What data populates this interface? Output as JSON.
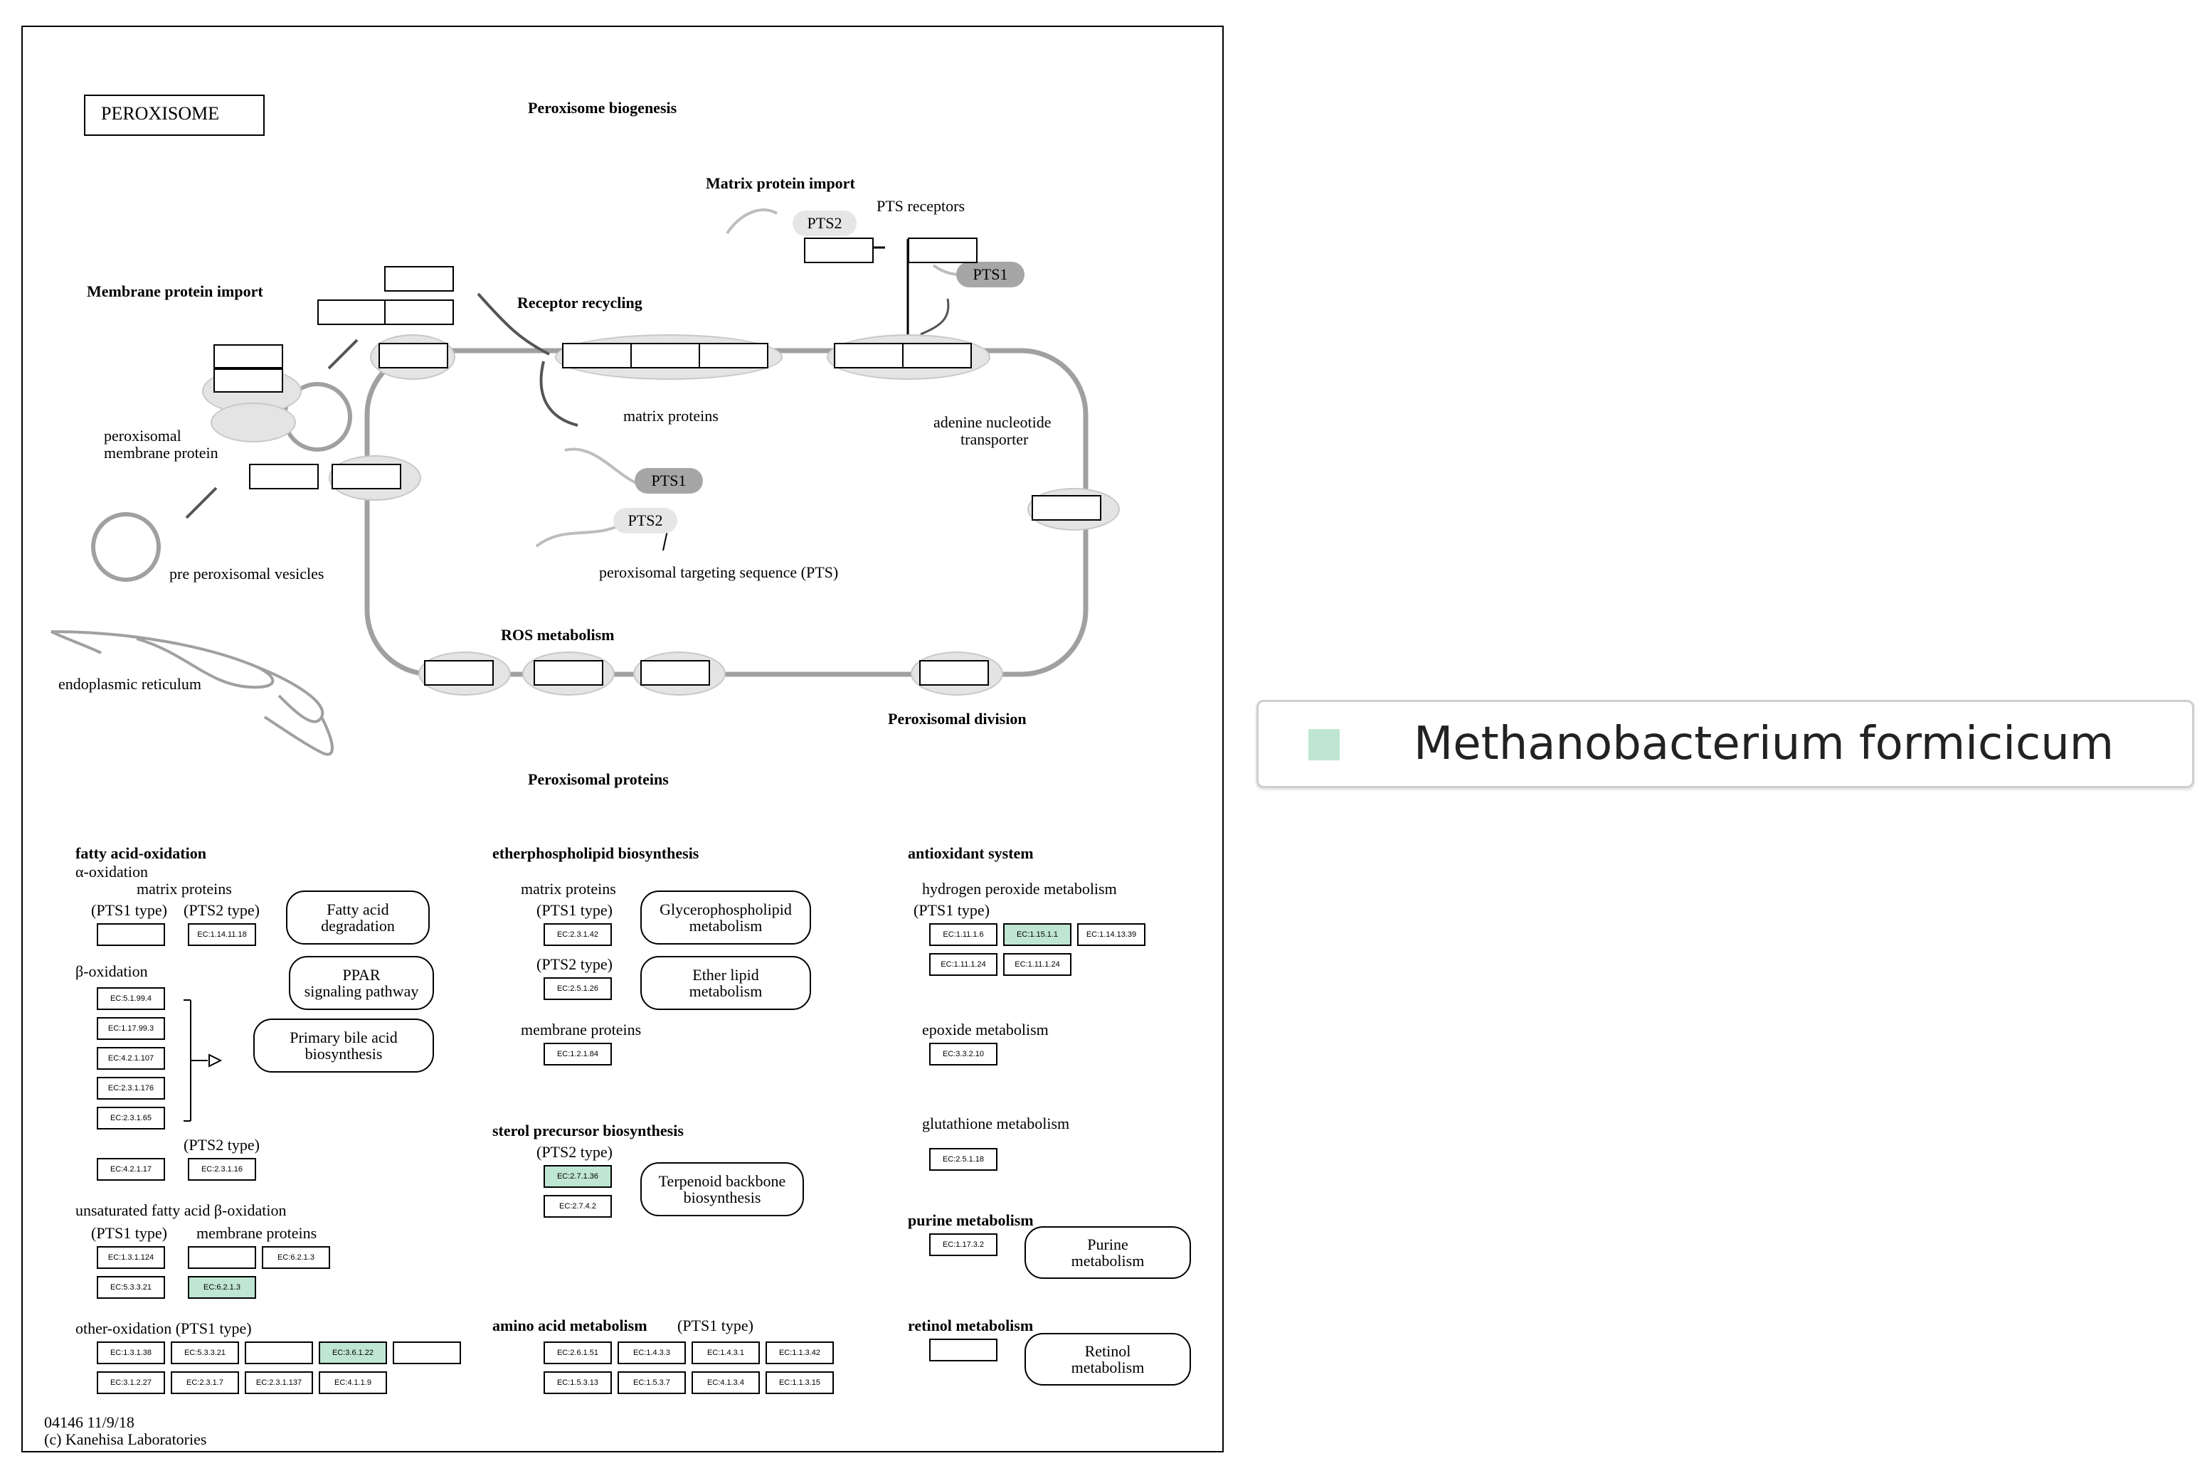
{
  "colors": {
    "highlight": "#bfe6d3",
    "membrane": "#a0a0a0",
    "oval_fill": "#e4e4e4",
    "pts1_fill": "#a6a6a6",
    "pts2_fill": "#e6e6e6"
  },
  "map": {
    "title": "PEROXISOME",
    "biogenesis": "Peroxisome biogenesis",
    "matrix_import": "Matrix protein import",
    "pts_receptors": "PTS receptors",
    "membrane_import": "Membrane protein import",
    "receptor_recycling": "Receptor recycling",
    "matrix_proteins": "matrix proteins",
    "adenine_1": "adenine nucleotide",
    "adenine_2": "transporter",
    "perox_membrane_1": "peroxisomal",
    "perox_membrane_2": "membrane protein",
    "pre_vesicles": "pre peroxisomal vesicles",
    "er": "endoplasmic reticulum",
    "pts_seq": "peroxisomal targeting sequence (PTS)",
    "ros": "ROS metabolism",
    "division": "Peroxisomal division",
    "perox_proteins": "Peroxisomal proteins",
    "pts1": "PTS1",
    "pts2": "PTS2",
    "footer_id": "04146 11/9/18",
    "footer_copy": "(c) Kanehisa Laboratories"
  },
  "sections": {
    "fatty": {
      "title": "fatty acid-oxidation",
      "alpha": "α-oxidation",
      "matrix": "matrix proteins",
      "pts1_type": "(PTS1 type)",
      "pts2_type": "(PTS2 type)",
      "alpha_ec": "EC:1.14.11.18",
      "beta": "β-oxidation",
      "beta_ecs": [
        "EC:5.1.99.4",
        "EC:1.17.99.3",
        "EC:4.2.1.107",
        "EC:2.3.1.176",
        "EC:2.3.1.65"
      ],
      "beta_pts2": "(PTS2 type)",
      "beta_pts2_ecs": [
        "EC:4.2.1.17",
        "EC:2.3.1.16"
      ],
      "unsat": "unsaturated fatty acid β-oxidation",
      "unsat_pts1": "(PTS1 type)",
      "unsat_membrane": "membrane proteins",
      "unsat_ecs": [
        "EC:1.3.1.124",
        "EC:6.2.1.3",
        "EC:5.3.3.21",
        "EC:6.2.1.3"
      ],
      "other": "other-oxidation (PTS1 type)",
      "other_ecs_row1": [
        "EC:1.3.1.38",
        "EC:5.3.3.21",
        "EC:3.6.1.22"
      ],
      "other_ecs_row2": [
        "EC:3.1.2.27",
        "EC:2.3.1.7",
        "EC:2.3.1.137",
        "EC:4.1.1.9"
      ]
    },
    "ether": {
      "title": "etherphospholipid biosynthesis",
      "matrix": "matrix proteins",
      "pts1_type": "(PTS1 type)",
      "ec_pts1": "EC:2.3.1.42",
      "pts2_type": "(PTS2 type)",
      "ec_pts2": "EC:2.5.1.26",
      "membrane": "membrane proteins",
      "ec_membrane": "EC:1.2.1.84"
    },
    "sterol": {
      "title": "sterol precursor biosynthesis",
      "pts2_type": "(PTS2 type)",
      "ecs": [
        "EC:2.7.1.36",
        "EC:2.7.4.2"
      ]
    },
    "amino": {
      "title": "amino acid metabolism",
      "pts1_type": "(PTS1 type)",
      "ecs_row1": [
        "EC:2.6.1.51",
        "EC:1.4.3.3",
        "EC:1.4.3.1",
        "EC:1.1.3.42"
      ],
      "ecs_row2": [
        "EC:1.5.3.13",
        "EC:1.5.3.7",
        "EC:4.1.3.4",
        "EC:1.1.3.15"
      ]
    },
    "antioxidant": {
      "title": "antioxidant system",
      "h2o2": "hydrogen peroxide metabolism",
      "pts1_type": "(PTS1 type)",
      "h2o2_row1": [
        "EC:1.11.1.6",
        "EC:1.15.1.1",
        "EC:1.14.13.39"
      ],
      "h2o2_row2": [
        "EC:1.11.1.24",
        "EC:1.11.1.24"
      ],
      "epoxide": "epoxide metabolism",
      "epoxide_ec": "EC:3.3.2.10",
      "glutathione": "glutathione metabolism",
      "glutathione_ec": "EC:2.5.1.18"
    },
    "purine": {
      "title": "purine metabolism",
      "ec": "EC:1.17.3.2"
    },
    "retinol": {
      "title": "retinol metabolism"
    }
  },
  "pathways": {
    "fatty_deg": "Fatty acid\ndegradation",
    "ppar": "PPAR\nsignaling pathway",
    "bile": "Primary bile acid\nbiosynthesis",
    "glycero": "Glycerophospholipid\nmetabolism",
    "ether_lipid": "Ether lipid\nmetabolism",
    "terpenoid": "Terpenoid backbone\nbiosynthesis",
    "purine": "Purine\nmetabolism",
    "retinol": "Retinol\nmetabolism"
  },
  "legend": {
    "label": "Methanobacterium formicicum",
    "color": "#bfe6d3"
  }
}
